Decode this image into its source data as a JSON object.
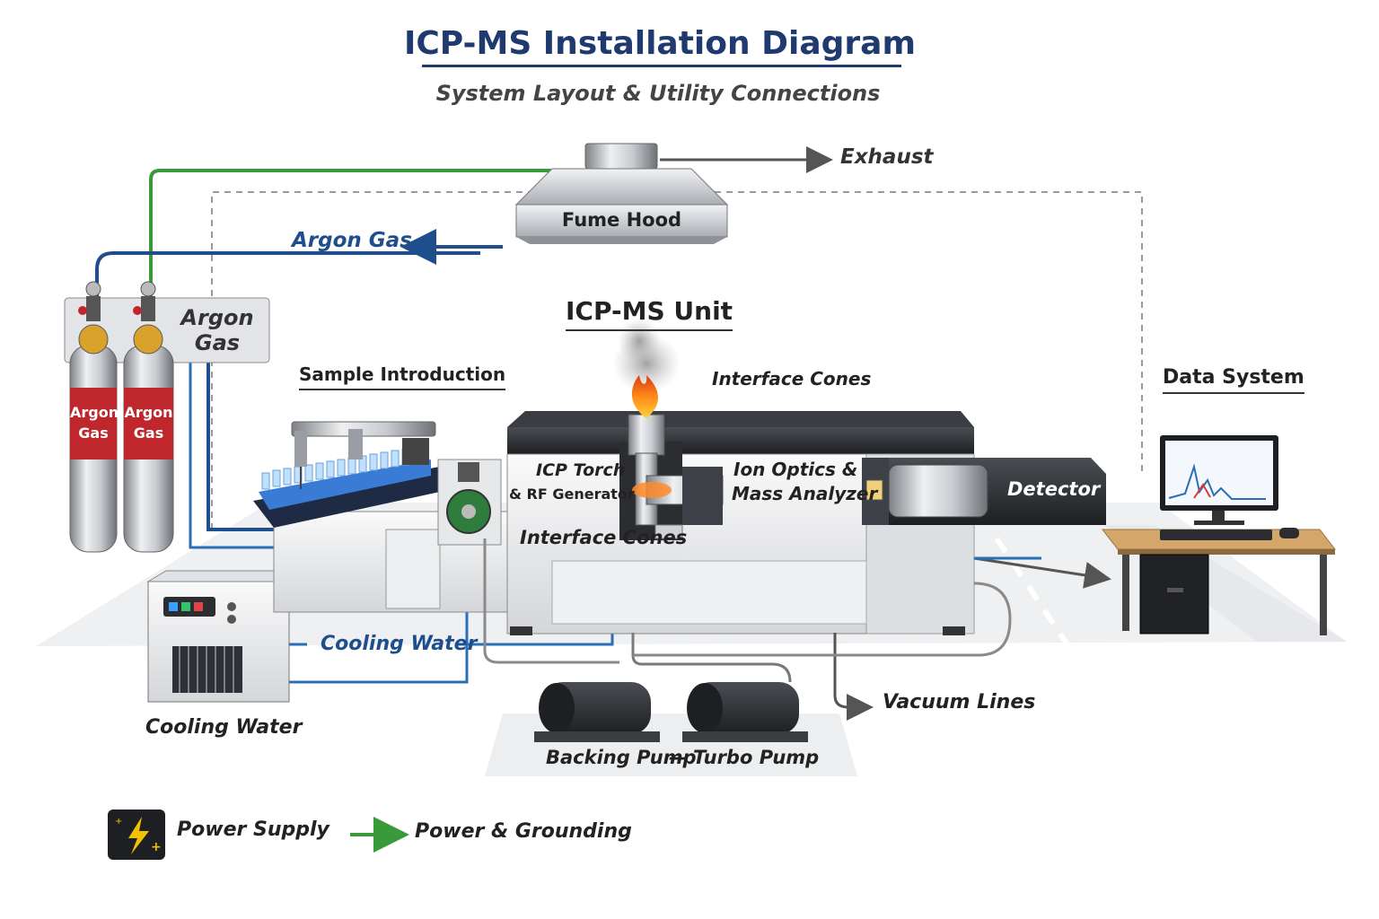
{
  "title": "ICP-MS Installation Diagram",
  "subtitle": "System Layout & Utility Connections",
  "labels": {
    "exhaust": "Exhaust",
    "fume_hood": "Fume Hood",
    "argon_gas_line": "Argon Gas",
    "argon_gas_panel": "Argon Gas",
    "cylinder_1": "Argon Gas",
    "cylinder_2": "Argon Gas",
    "icp_ms_unit": "ICP-MS Unit",
    "sample_introduction": "Sample Introduction",
    "interface_cones_top": "Interface Cones",
    "icp_torch": "ICP Torch",
    "rf_generator": "& RF Generator",
    "ion_optics": "Ion Optics &",
    "mass_analyzer": "Mass Analyzer",
    "detector": "Detector",
    "interface_cones_bottom": "Interface Cones",
    "data_system": "Data System",
    "cooling_water_line": "Cooling Water",
    "cooling_water_unit": "Cooling Water",
    "vacuum_lines": "Vacuum Lines",
    "backing_pump": "Backing Pump",
    "pump_dash": "—",
    "turbo_pump": "Turbo Pump"
  },
  "legend": {
    "power_supply": "Power Supply",
    "power_grounding": "Power & Grounding"
  },
  "colors": {
    "argon_line": "#1f4e8c",
    "power_line": "#3a9a3a",
    "cooling_line": "#2a6fb5",
    "vacuum_line": "#6a6a6a",
    "cylinder_red": "#c0272d",
    "title_blue": "#1f3a6e"
  },
  "icons": [
    "power-supply-icon",
    "flame-icon",
    "monitor-icon",
    "pump-icon"
  ]
}
